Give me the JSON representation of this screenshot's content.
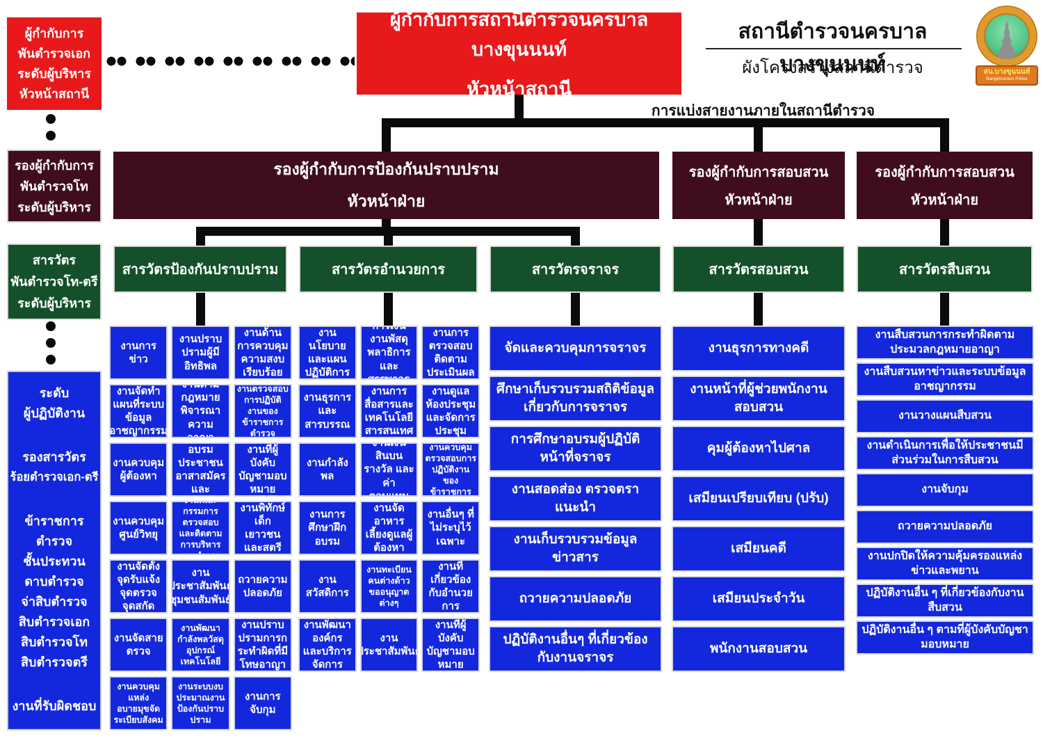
{
  "palette": {
    "red": "#e8191b",
    "maroon": "#400d20",
    "green": "#14502a",
    "blue": "#1328dc",
    "line_black": "#0a0a0a"
  },
  "header": {
    "left_box": {
      "lines": [
        "ผู้กำกับการ",
        "พันตำรวจเอก",
        "ระดับผู้บริหาร",
        "หัวหน้าสถานี"
      ]
    },
    "center_box": {
      "line1": "ผู้กำกับการสถานีตำรวจนครบาลบางขุนนนท์",
      "line2": "หัวหน้าสถานี"
    },
    "station_title": "สถานีตำรวจนครบาลบางขุนนนท์",
    "chart_subtitle": "ผังโครงสร้างสถานีตำรวจ",
    "division_label": "การแบ่งสายงานภายในสถานีตำรวจ",
    "logo": {
      "banner_line1": "สน.บางขุนนนท์",
      "banner_line2": "Bangkhunnon Police"
    }
  },
  "rank_rail": {
    "deputy_box": {
      "lines": [
        "รองผู้กำกับการ",
        "พันตำรวจโท",
        "ระดับผู้บริหาร"
      ]
    },
    "inspector_box": {
      "lines": [
        "สารวัตร",
        "พันตำรวจโท-ตรี",
        "ระดับผู้บริหาร"
      ]
    },
    "operations_box": {
      "header": [
        "ระดับ",
        "ผู้ปฏิบัติงาน"
      ],
      "rank1": [
        "รองสารวัตร",
        "ร้อยตำรวจเอก-ตรี"
      ],
      "rank2": [
        "ข้าราชการ",
        "ตำรวจ",
        "ชั้นประทวน",
        "ดาบตำรวจ",
        "จ่าสิบตำรวจ",
        "สิบตำรวจเอก",
        "สิบตำรวจโท",
        "สิบตำรวจตรี"
      ],
      "footer": [
        "งานที่รับผิดชอบ"
      ]
    }
  },
  "deputies": [
    {
      "title": "รองผู้กำกับการป้องกันปราบปราม",
      "subtitle": "หัวหน้าฝ่าย"
    },
    {
      "title": "รองผู้กำกับการสอบสวน",
      "subtitle": "หัวหน้าฝ่าย"
    },
    {
      "title": "รองผู้กำกับการสอบสวน",
      "subtitle": "หัวหน้าฝ่าย"
    }
  ],
  "inspectors": [
    "สารวัตรป้องกันปราบปราม",
    "สารวัตรอำนวยการ",
    "สารวัตรจราจร",
    "สารวัตรสอบสวน",
    "สารวัตรสืบสวน"
  ],
  "columns": {
    "prevention": {
      "rows": [
        [
          "งานการข่าว",
          "งานปราบปรามผู้มีอิทธิพล",
          "งานด้านการควบคุมความสงบเรียบร้อย"
        ],
        [
          "งานจัดทำแผนที่ระบบข้อมูลอาชญากรรม",
          "งานตามกฎหมายพิจารณาความอาญา",
          "งานตรวจสอบการปฏิบัติงานของข้าราชการตำรวจ"
        ],
        [
          "งานควบคุมผู้ต้องหา",
          "การฝึกอบรมประชาชนอาสาสมัครและเยาวชน",
          "งานที่ผู้บังคับบัญชามอบหมาย"
        ],
        [
          "งานควบคุมศูนย์วิทยุ",
          "งานคณะกรรมการตรวจสอบและติดตามการบริหารงานตำรวจ",
          "งานพิทักษ์เด็ก เยาวชน และสตรี"
        ],
        [
          "งานจัดตั้งจุดรับแจ้ง จุดตรวจ จุดสกัด",
          "งานประชาสัมพันธ์ ชุมชนสัมพันธ์",
          "ถวายความปลอดภัย"
        ],
        [
          "งานจัดสายตรวจ",
          "งานพัฒนากำลังพลวัสดุอุปกรณ์เทคโนโลยี",
          "งานปราบปรามการกระทำผิดที่มีโทษอาญา"
        ],
        [
          "งานควบคุมแหล่งอบายมุขจัดระเบียบสังคม",
          "งานระบบงบประมาณงานป้องกันปราบปราม",
          "งานการจับกุม"
        ]
      ]
    },
    "administration": {
      "rows": [
        [
          "งานนโยบายและแผนปฏิบัติการ",
          "การเงิน งานพัสดุพลาธิการและสรรพาวุธ",
          "งานการตรวจสอบติดตามประเมินผล"
        ],
        [
          "งานธุรการและสารบรรณ",
          "งานการสื่อสารและเทคโนโลยีสารสนเทศ",
          "งานดูแลห้องประชุมและจัดการประชุม"
        ],
        [
          "งานกำลังพล",
          "งานเงินสินบนรางวัล และค่าตอบแทน",
          "งานควบคุมตรวจสอบการปฏิบัติงานของข้าราชการ"
        ],
        [
          "งานการศึกษาฝึกอบรม",
          "งานจัดอาหารเลี้ยงดูแลผู้ต้องหา",
          "งานอื่นๆ ที่ไม่ระบุไว้เฉพาะ"
        ],
        [
          "งานสวัสดิการ",
          "งานทะเบียนคนต่างด้าวขออนุญาตต่างๆ",
          "งานที่เกี่ยวข้องกับอำนวยการ"
        ],
        [
          "งานพัฒนาองค์กร และบริการจัดการ",
          "งานประชาสัมพันธ์",
          "งานที่ผู้บังคับบัญชามอบหมาย"
        ]
      ]
    },
    "traffic": {
      "cells": [
        "จัดและควบคุมการจราจร",
        "ศึกษาเก็บรวบรวมสถิติข้อมูลเกี่ยวกับการจราจร",
        "การศึกษาอบรมผู้ปฏิบัติหน้าที่จราจร",
        "งานสอดส่อง ตรวจตรา แนะนำ",
        "งานเก็บรวบรวมข้อมูล ข่าวสาร",
        "ถวายความปลอดภัย",
        "ปฏิบัติงานอื่นๆ ที่เกี่ยวข้องกับงานจราจร"
      ]
    },
    "interrogation": {
      "cells": [
        "งานธุรการทางคดี",
        "งานหน้าที่ผู้ช่วยพนักงานสอบสวน",
        "คุมผู้ต้องหาไปศาล",
        "เสมียนเปรียบเทียบ (ปรับ)",
        "เสมียนคดี",
        "เสมียนประจำวัน",
        "พนักงานสอบสวน"
      ]
    },
    "investigation": {
      "cells": [
        "งานสืบสวนการกระทำผิดตามประมวลกฎหมายอาญา",
        "งานสืบสวนหาข่าวและระบบข้อมูลอาชญากรรม",
        "งานวางแผนสืบสวน",
        "งานดำเนินการเพื่อให้ประชาชนมีส่วนร่วมในการสืบสวน",
        "งานจับกุม",
        "ถวายความปลอดภัย",
        "งานปกปิดให้ความคุ้มครองแหล่งข่าวและพยาน",
        "ปฏิบัติงานอื่น ๆ ที่เกี่ยวข้องกับงานสืบสวน",
        "ปฏิบัติงานอื่น ๆ ตามที่ผู้บังคับบัญชามอบหมาย"
      ]
    }
  }
}
